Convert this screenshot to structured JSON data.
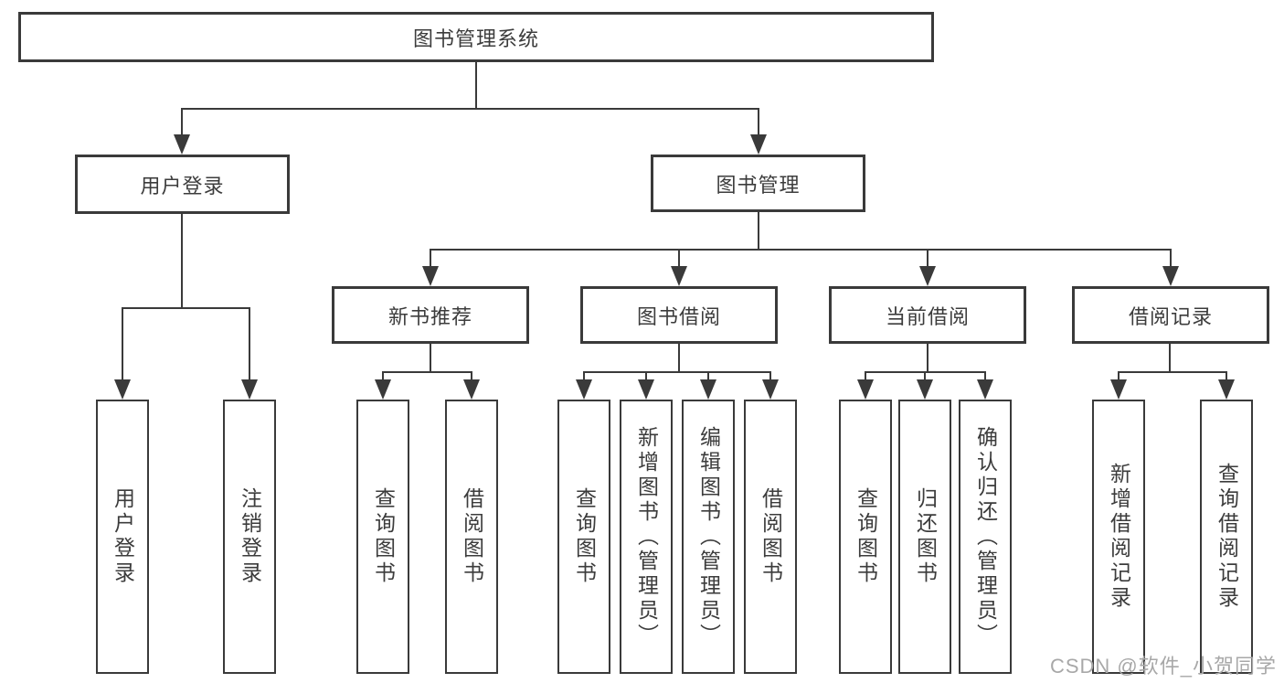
{
  "colors": {
    "line": "#3a3a3a",
    "text": "#3c3c3c",
    "watermark": "#a8a8a8",
    "background": "#ffffff"
  },
  "watermark": {
    "text": "CSDN @软件_小贺同学"
  },
  "nodes": {
    "root": {
      "label": "图书管理系统"
    },
    "user_login": {
      "label": "用户登录"
    },
    "book_mgmt": {
      "label": "图书管理"
    },
    "new_book_rec": {
      "label": "新书推荐"
    },
    "book_borrow": {
      "label": "图书借阅"
    },
    "current_borrow": {
      "label": "当前借阅"
    },
    "borrow_records": {
      "label": "借阅记录"
    },
    "user_login_leaf": {
      "label": "用户登录"
    },
    "logout_leaf": {
      "label": "注销登录"
    },
    "nbr_query_book": {
      "label": "查询图书"
    },
    "nbr_borrow_book": {
      "label": "借阅图书"
    },
    "bb_query_book": {
      "label": "查询图书"
    },
    "bb_add_book": {
      "label": "新增图书（管理员）"
    },
    "bb_edit_book": {
      "label": "编辑图书（管理员）"
    },
    "bb_borrow_book": {
      "label": "借阅图书"
    },
    "cb_query_book": {
      "label": "查询图书"
    },
    "cb_return_book": {
      "label": "归还图书"
    },
    "cb_confirm_return": {
      "label": "确认归还（管理员）"
    },
    "br_add_record": {
      "label": "新增借阅记录"
    },
    "br_query_record": {
      "label": "查询借阅记录"
    }
  },
  "hierarchy": {
    "图书管理系统": {
      "用户登录": [
        "用户登录",
        "注销登录"
      ],
      "图书管理": {
        "新书推荐": [
          "查询图书",
          "借阅图书"
        ],
        "图书借阅": [
          "查询图书",
          "新增图书（管理员）",
          "编辑图书（管理员）",
          "借阅图书"
        ],
        "当前借阅": [
          "查询图书",
          "归还图书",
          "确认归还（管理员）"
        ],
        "借阅记录": [
          "新增借阅记录",
          "查询借阅记录"
        ]
      }
    }
  }
}
